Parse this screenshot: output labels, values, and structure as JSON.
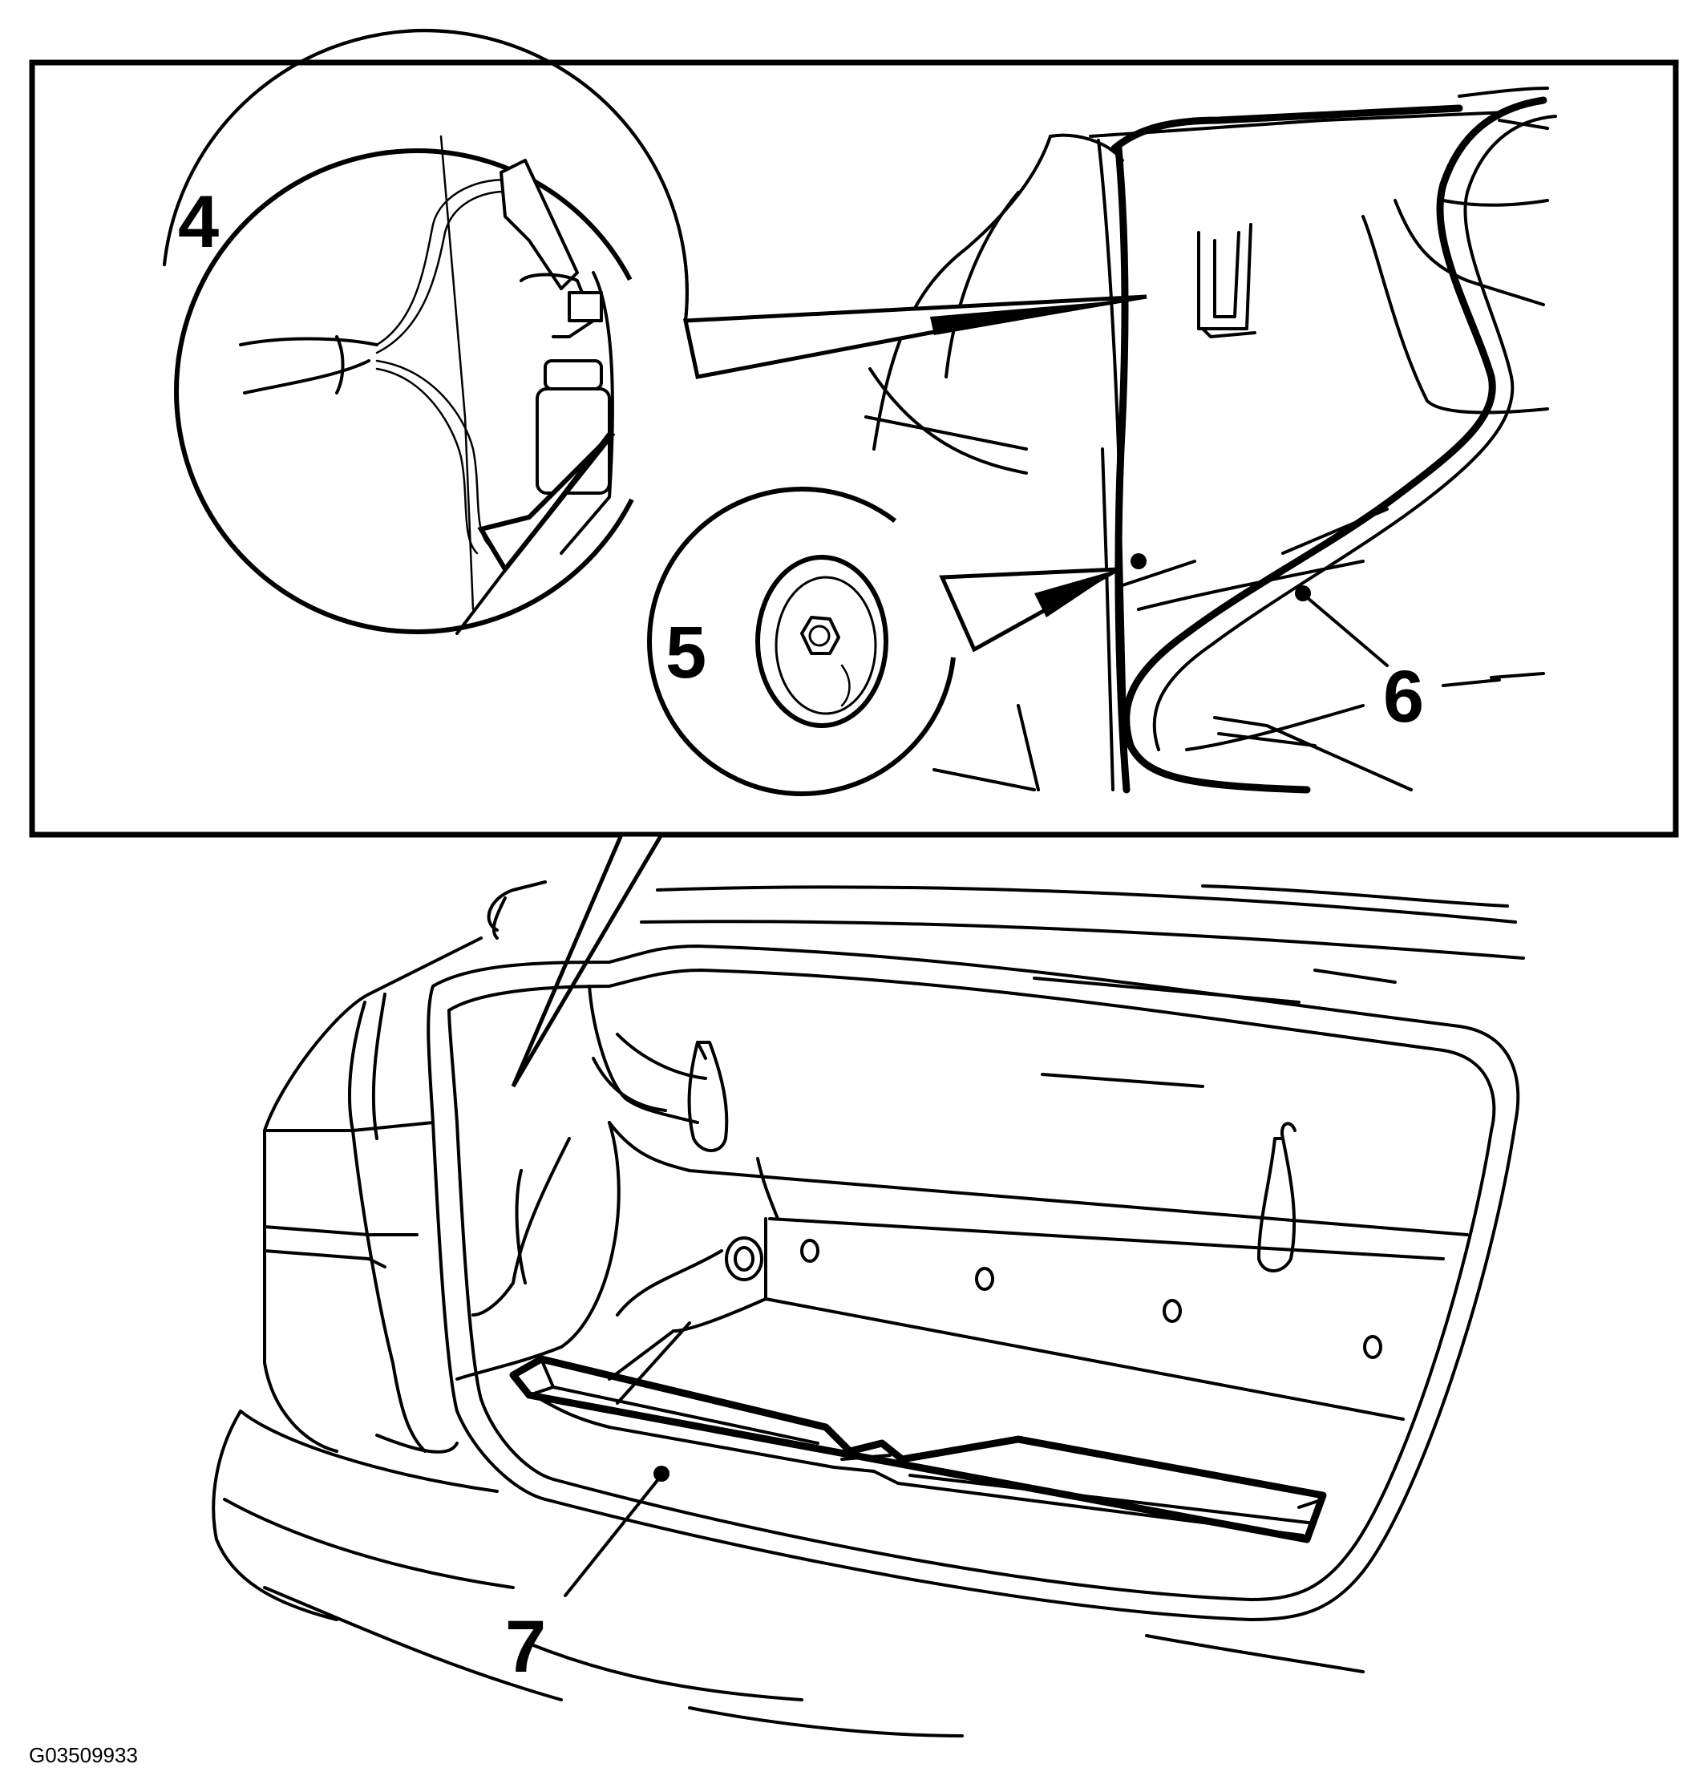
{
  "figure_id": "G03509933",
  "callouts": [
    {
      "label": "4"
    },
    {
      "label": "5"
    },
    {
      "label": "6"
    },
    {
      "label": "7"
    }
  ],
  "colors": {
    "line": "#000000",
    "background": "#ffffff"
  }
}
